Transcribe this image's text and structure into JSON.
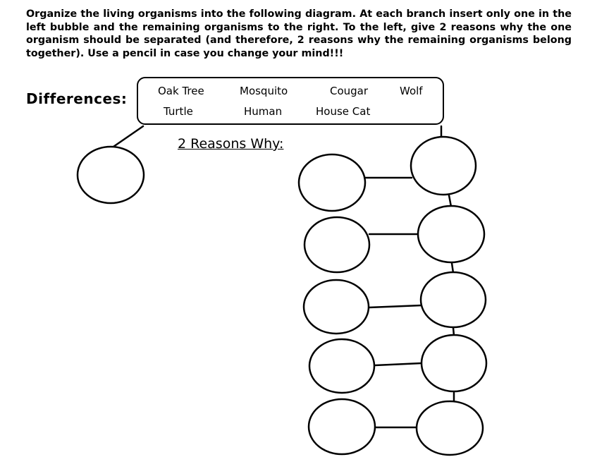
{
  "instructions": "Organize the living organisms into the following diagram. At each branch insert only one in the left bubble and the remaining organisms to the right. To the left, give 2 reasons why the one organism should be separated (and therefore, 2 reasons why the remaining organisms belong together). Use a pencil in case you change your mind!!!",
  "differences_label": "Differences:",
  "reasons_heading": "2 Reasons Why:",
  "organisms": [
    "Oak Tree",
    "Mosquito",
    "Cougar",
    "Wolf",
    "Turtle",
    "Human",
    "House Cat"
  ],
  "colors": {
    "ink": "#000000",
    "paper": "#ffffff"
  }
}
